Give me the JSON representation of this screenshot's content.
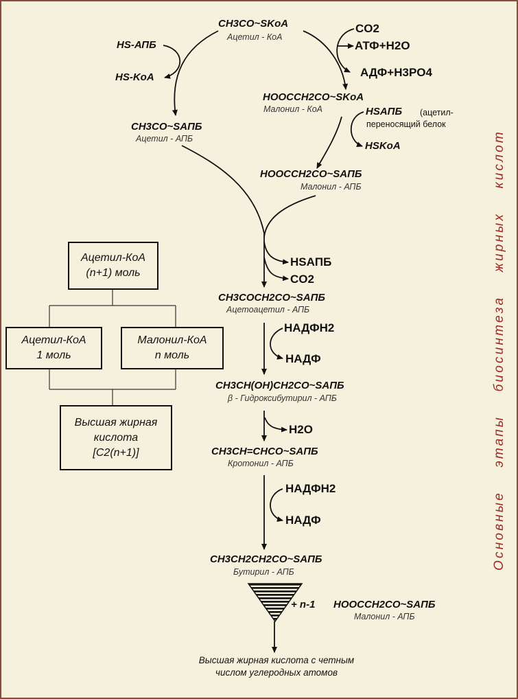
{
  "side_title": "Основные   этапы   биосинтеза   жирных   кислот",
  "pathway": {
    "acetyl_coa": {
      "formula": "CH3CO~SKoA",
      "name": "Ацетил - КоА"
    },
    "hs_apb": "HS-АПБ",
    "hs_koa": "HS-KoA",
    "co2_top": "CO2",
    "atp_h2o": "АТФ+H2O",
    "adp_h3po4": "АДФ+H3PO4",
    "malonyl_coa": {
      "formula": "HOOCCH2CO~SKoA",
      "name": "Малонил - КоА"
    },
    "hsapb_carrier": "HSAПБ",
    "carrier_note_1": "(ацетил-",
    "carrier_note_2": "переносящий белок",
    "hskoa": "HSKoA",
    "acetyl_apb": {
      "formula": "CH3CO~SAПБ",
      "name": "Ацетил - АПБ"
    },
    "malonyl_apb": {
      "formula": "HOOCCH2CO~SAПБ",
      "name": "Малонил - АПБ"
    },
    "release_hsapb": "HSAПБ",
    "release_co2": "CO2",
    "acetoacetyl": {
      "formula": "CH3COCH2CO~SAПБ",
      "name": "Ацетоацетил - АПБ"
    },
    "nadph_1": "НАДФН2",
    "nadp_1": "НАДФ",
    "hydroxybutyryl": {
      "formula": "CH3CH(OH)CH2CO~SAПБ",
      "name": "β - Гидроксибутирил - АПБ"
    },
    "h2o": "H2O",
    "crotonyl": {
      "formula": "CH3CH=CHCO~SAПБ",
      "name": "Кротонил - АПБ"
    },
    "nadph_2": "НАДФН2",
    "nadp_2": "НАДФ",
    "butyryl": {
      "formula": "CH3CH2CH2CO~SAПБ",
      "name": "Бутирил - АПБ"
    },
    "plus_n": "+ n-1",
    "malonyl_apb_2": {
      "formula": "HOOCCH2CO~SAПБ",
      "name": "Малонил - АПБ"
    },
    "final_1": "Высшая жирная кислота с четным",
    "final_2": "числом углеродных атомов"
  },
  "scheme": {
    "acetyl_total_1": "Ацетил-КоА",
    "acetyl_total_2": "(n+1) моль",
    "acetyl_one_1": "Ацетил-КоА",
    "acetyl_one_2": "1 моль",
    "malonyl_n_1": "Малонил-КоА",
    "malonyl_n_2": "n моль",
    "fatty_1": "Высшая жирная",
    "fatty_2": "кислота",
    "fatty_3": "[C2(n+1)]"
  },
  "colors": {
    "background": "#f6f1dd",
    "frame": "#8d4a3e",
    "side_text": "#a02a24"
  }
}
